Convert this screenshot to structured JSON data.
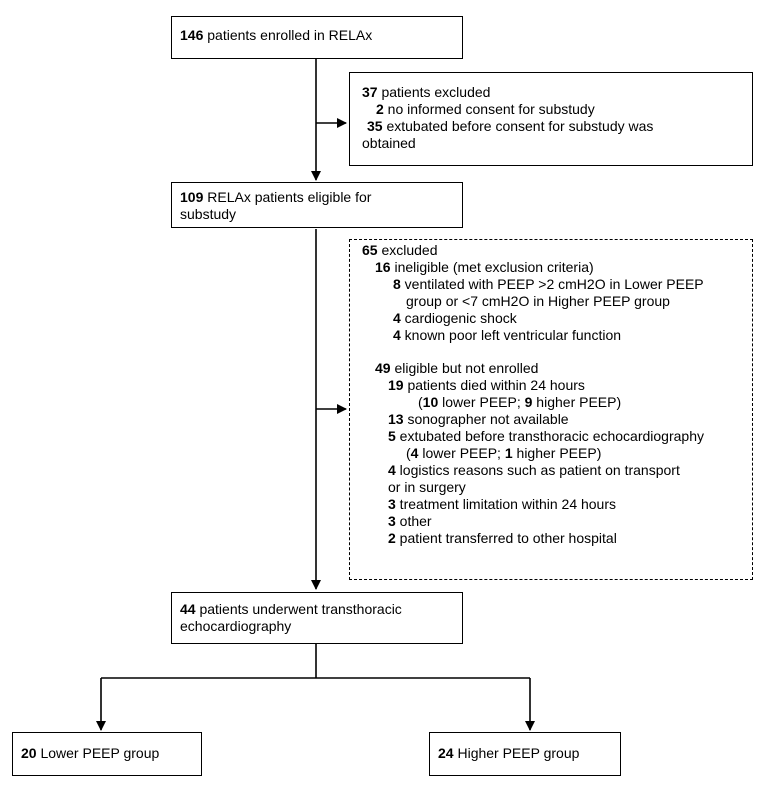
{
  "flow": {
    "enrolled": {
      "n": "146",
      "text": " patients enrolled in RELAx"
    },
    "excluded1": {
      "head": {
        "n": "37",
        "text": " patients excluded"
      },
      "items": [
        {
          "n": "2",
          "text": " no informed consent for substudy"
        },
        {
          "n": "35",
          "text": " extubated before consent for substudy was"
        }
      ],
      "cont": "obtained"
    },
    "eligible": {
      "n": "109",
      "text": " RELAx patients eligible for",
      "cont": "substudy"
    },
    "excluded2": {
      "head": {
        "n": "65",
        "text": " excluded"
      },
      "ineligible": {
        "n": "16",
        "text": " ineligible (met exclusion criteria)"
      },
      "peep": {
        "n": "8",
        "text": " ventilated with PEEP >2 cmH2O in Lower PEEP",
        "cont": "group or  <7 cmH2O in Higher PEEP group"
      },
      "shock": {
        "n": "4",
        "text": " cardiogenic shock"
      },
      "lvf": {
        "n": "4",
        "text": " known poor left ventricular function"
      },
      "not_enrolled": {
        "n": "49",
        "text": " eligible but not enrolled"
      },
      "died": {
        "n": "19",
        "text": " patients died within 24 hours"
      },
      "died_split": {
        "open": "(",
        "n1": "10",
        "t1": " lower PEEP; ",
        "n2": "9",
        "t2": " higher PEEP)"
      },
      "sonographer": {
        "n": "13",
        "text": " sonographer not available"
      },
      "extubated": {
        "n": "5",
        "text": " extubated before transthoracic echocardiography"
      },
      "ext_split": {
        "open": "(",
        "n1": "4",
        "t1": " lower PEEP; ",
        "n2": "1",
        "t2": " higher PEEP)"
      },
      "logistics": {
        "n": "4",
        "text": " logistics reasons such as patient on transport",
        "cont": "or in surgery"
      },
      "treatment": {
        "n": "3",
        "text": " treatment limitation within 24 hours"
      },
      "other": {
        "n": "3",
        "text": " other"
      },
      "transferred": {
        "n": "2",
        "text": " patient transferred to other hospital"
      }
    },
    "echo": {
      "n": "44",
      "text": " patients underwent transthoracic",
      "cont": "echocardiography"
    },
    "lower": {
      "n": "20",
      "text": " Lower PEEP group"
    },
    "higher": {
      "n": "24",
      "text": " Higher PEEP group"
    }
  }
}
